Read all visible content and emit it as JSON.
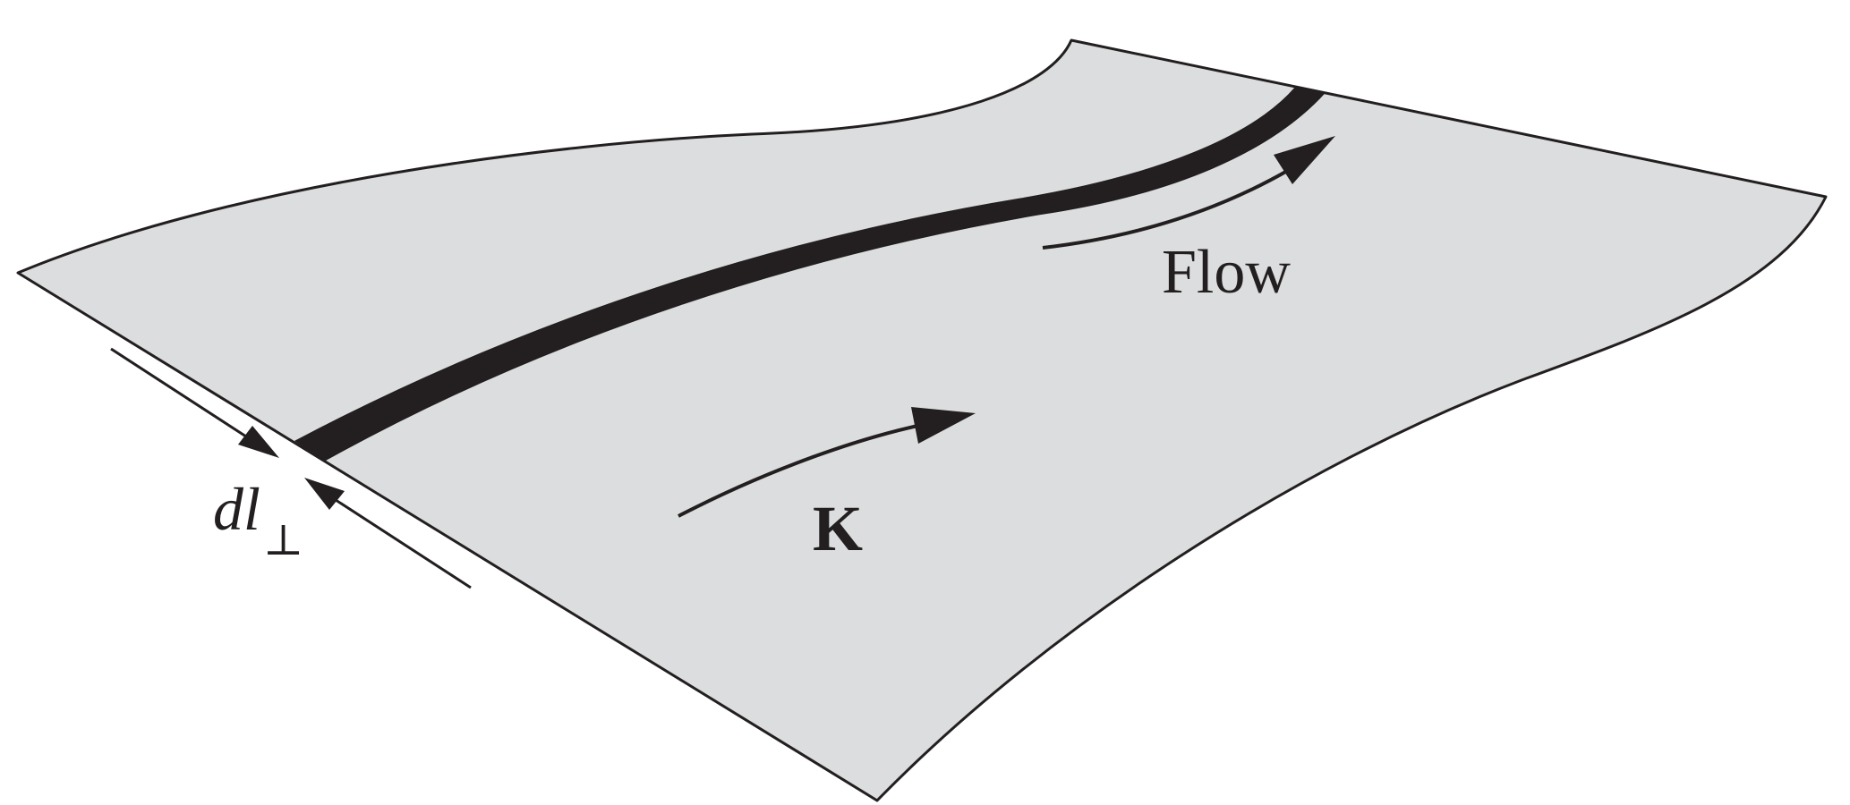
{
  "labels": {
    "flow": "Flow",
    "current_vector": "K",
    "width_symbol": "dl",
    "width_subscript": "⊥"
  },
  "colors": {
    "surface_fill": "#dcddde",
    "ink": "#231f20",
    "background": "#ffffff"
  }
}
